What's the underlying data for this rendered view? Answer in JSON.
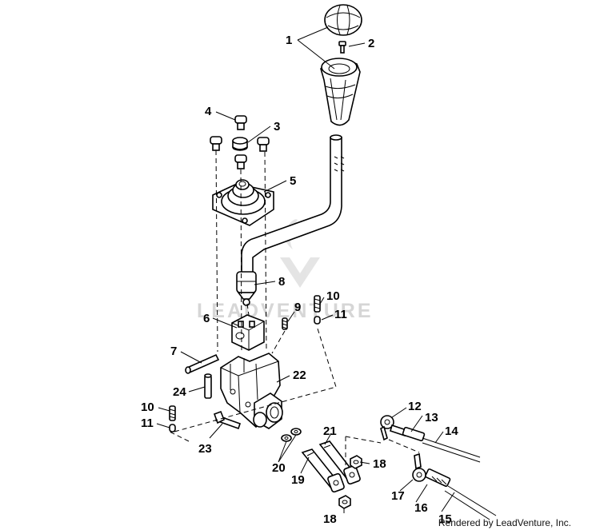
{
  "watermark": {
    "text": "LEADVENTURE",
    "color": "#d6d6d6"
  },
  "footer": {
    "credit": "Rendered by LeadVenture, Inc."
  },
  "callouts": [
    {
      "id": "c1",
      "label": "1"
    },
    {
      "id": "c2",
      "label": "2"
    },
    {
      "id": "c3",
      "label": "3"
    },
    {
      "id": "c4",
      "label": "4"
    },
    {
      "id": "c5",
      "label": "5"
    },
    {
      "id": "c6",
      "label": "6"
    },
    {
      "id": "c7",
      "label": "7"
    },
    {
      "id": "c8",
      "label": "8"
    },
    {
      "id": "c9",
      "label": "9"
    },
    {
      "id": "c10a",
      "label": "10"
    },
    {
      "id": "c11a",
      "label": "11"
    },
    {
      "id": "c10b",
      "label": "10"
    },
    {
      "id": "c11b",
      "label": "11"
    },
    {
      "id": "c12",
      "label": "12"
    },
    {
      "id": "c13",
      "label": "13"
    },
    {
      "id": "c14",
      "label": "14"
    },
    {
      "id": "c15",
      "label": "15"
    },
    {
      "id": "c16",
      "label": "16"
    },
    {
      "id": "c17",
      "label": "17"
    },
    {
      "id": "c18a",
      "label": "18"
    },
    {
      "id": "c18b",
      "label": "18"
    },
    {
      "id": "c19",
      "label": "19"
    },
    {
      "id": "c20",
      "label": "20"
    },
    {
      "id": "c21",
      "label": "21"
    },
    {
      "id": "c22",
      "label": "22"
    },
    {
      "id": "c23",
      "label": "23"
    },
    {
      "id": "c24",
      "label": "24"
    }
  ]
}
